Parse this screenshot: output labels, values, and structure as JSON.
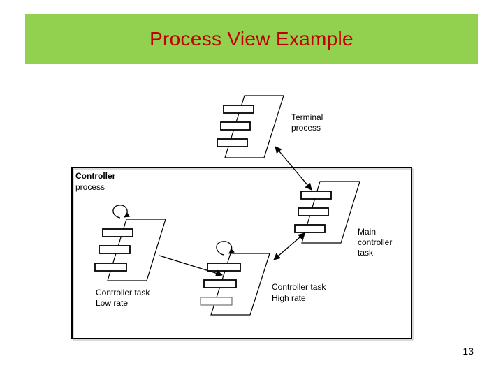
{
  "slide": {
    "title": "Process View Example",
    "page_number": "13"
  },
  "colors": {
    "title_band": "#92d050",
    "title_text": "#c00000"
  },
  "diagram": {
    "terminal_process": {
      "line1": "Terminal",
      "line2": "process"
    },
    "controller_process": {
      "line1": "Controller",
      "line2": "process"
    },
    "main_controller_task": {
      "line1": "Main",
      "line2": "controller",
      "line3": "task"
    },
    "controller_task_low": {
      "line1": "Controller task",
      "line2": "Low rate"
    },
    "controller_task_high": {
      "line1": "Controller task",
      "line2": "High rate"
    }
  }
}
